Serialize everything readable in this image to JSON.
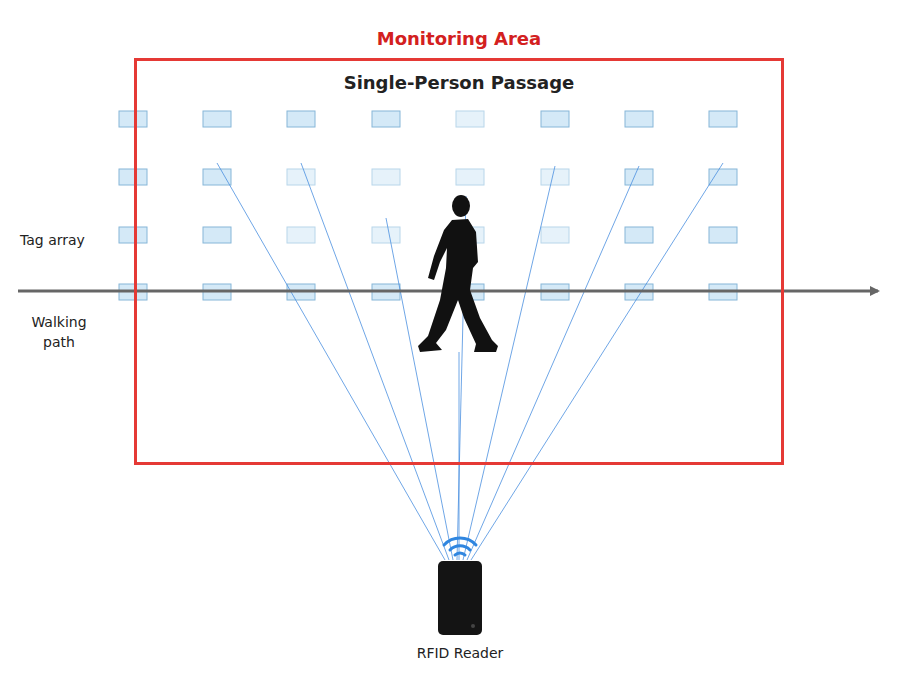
{
  "diagram": {
    "nodes": [
      {
        "text": [
          "Monitoring Area",
          "Single-Person Passage"
        ]
      },
      {
        "text": [
          "RFID Reader"
        ]
      }
    ],
    "labels": [
      "Tag array",
      "Walking path"
    ]
  }
}
